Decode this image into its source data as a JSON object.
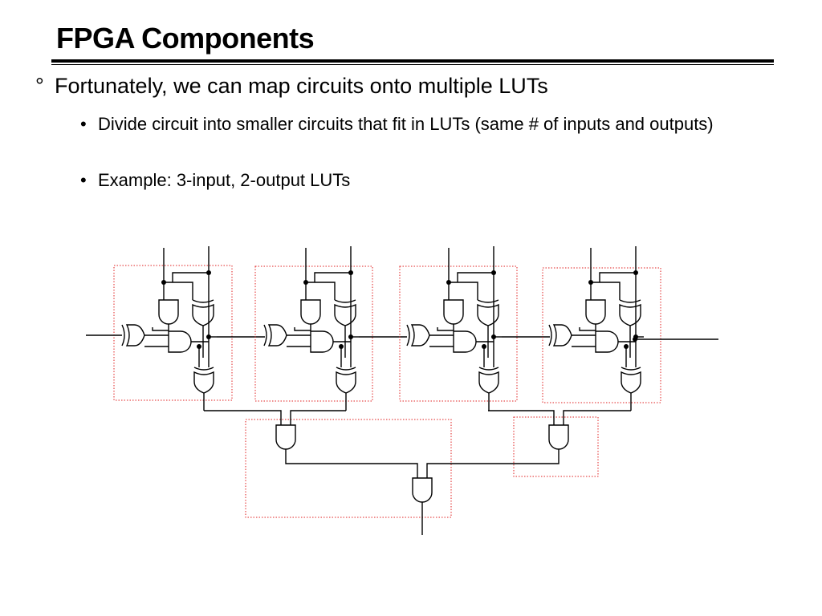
{
  "slide": {
    "title": "FPGA Components",
    "bullet_marker": "°",
    "bullet": "Fortunately, we can map circuits onto multiple LUTs",
    "sub_marker": "•",
    "sub_bullets": [
      "Divide circuit into smaller circuits that fit in LUTs (same # of inputs and outputs)",
      "Example: 3-input, 2-output LUTs"
    ]
  },
  "diagram": {
    "description_colors": {
      "wire": "#000000",
      "lut_boundary": "#e02020"
    },
    "stages": 4,
    "gate_types": [
      "and",
      "or",
      "xor"
    ]
  }
}
